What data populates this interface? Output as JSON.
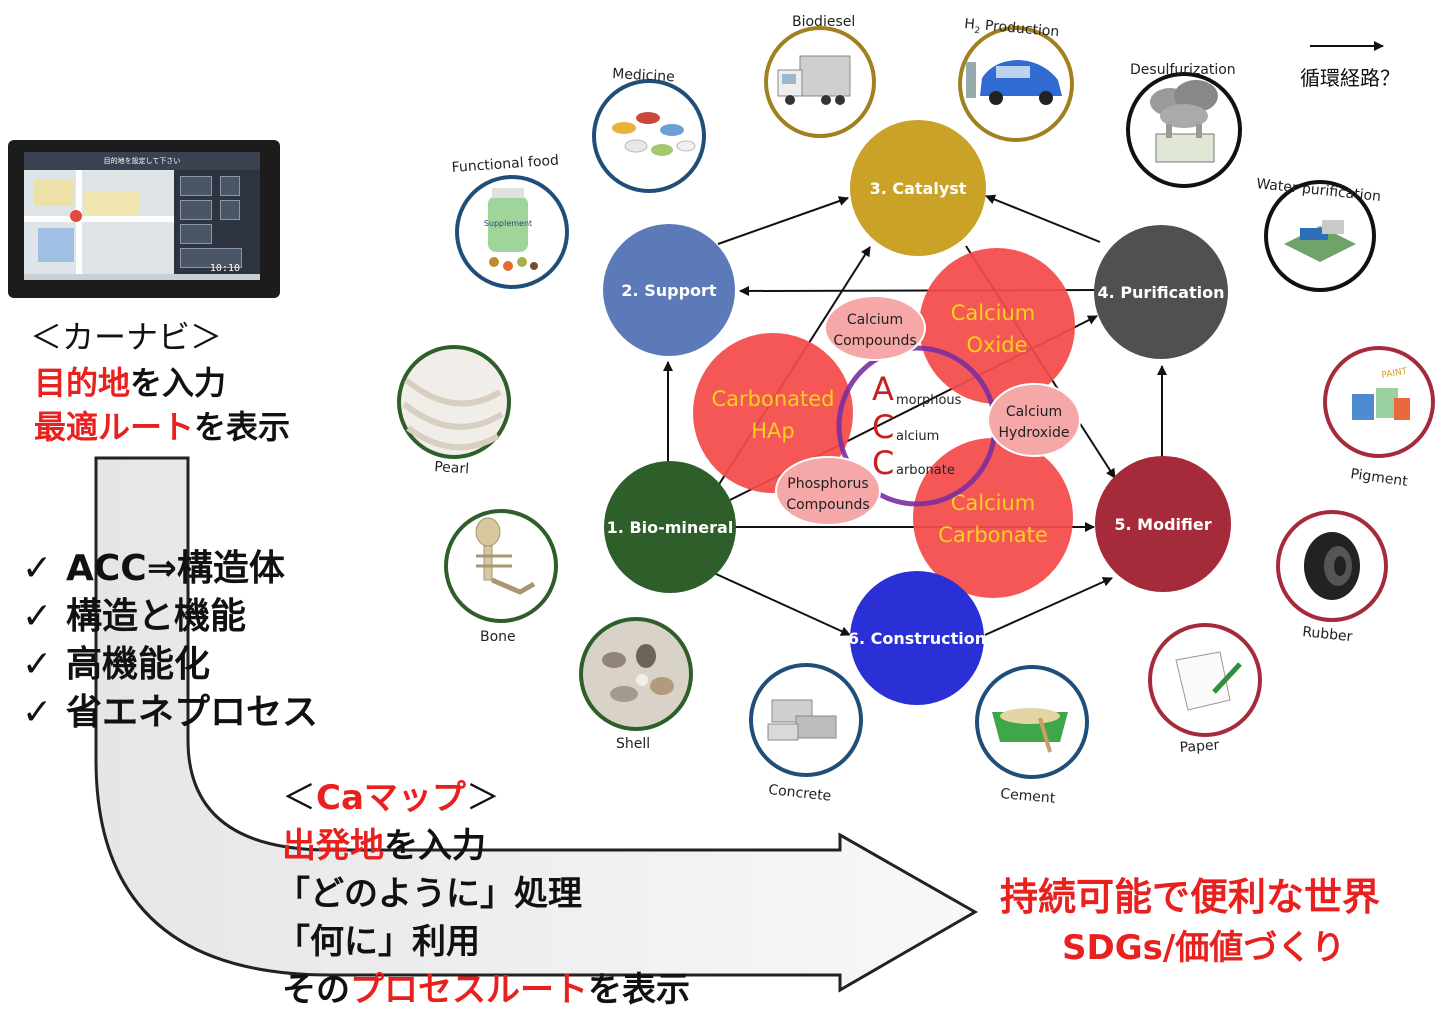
{
  "legend": {
    "arrow_label": "循環経路？"
  },
  "car_navi": {
    "title": "＜カーナビ＞",
    "line1_red": "目的地",
    "line1_black": "を入力",
    "line2_red": "最適ルート",
    "line2_black": "を表示",
    "screen_header": "目的地を設定して下さい",
    "screen_time": "10:10"
  },
  "checklist": [
    "ACC⇒構造体",
    "構造と機能",
    "高機能化",
    "省エネプロセス"
  ],
  "check_mark": "✓",
  "ca_map": {
    "title_open": "＜",
    "title_red": "Caマップ",
    "title_close": "＞",
    "line1_red": "出発地",
    "line1_black": "を入力",
    "line2": "「どのように」処理",
    "line3": "「何に」利用",
    "line4_black_a": "その",
    "line4_red": "プロセスルート",
    "line4_black_b": "を表示"
  },
  "goal": {
    "line1": "持続可能で便利な世界",
    "line2": "SDGs/価値づくり"
  },
  "nodes": [
    {
      "id": "n1",
      "label": "1. Bio-mineral",
      "color": "#2e5e2a"
    },
    {
      "id": "n2",
      "label": "2. Support",
      "color": "#5b7ab7"
    },
    {
      "id": "n3",
      "label": "3. Catalyst",
      "color": "#c9a227"
    },
    {
      "id": "n4",
      "label": "4. Purification",
      "color": "#505050"
    },
    {
      "id": "n5",
      "label": "5. Modifier",
      "color": "#a52a3a"
    },
    {
      "id": "n6",
      "label": "6. Construction",
      "color": "#2b2fd6"
    }
  ],
  "red_circles": [
    {
      "id": "r_oxide",
      "line1": "Calcium",
      "line2": "Oxide"
    },
    {
      "id": "r_hap",
      "line1": "Carbonated",
      "line2": "HAp"
    },
    {
      "id": "r_carb",
      "line1": "Calcium",
      "line2": "Carbonate"
    }
  ],
  "pink_circles": [
    {
      "id": "p_comp",
      "line1": "Calcium",
      "line2": "Compounds"
    },
    {
      "id": "p_hydr",
      "line1": "Calcium",
      "line2": "Hydroxide"
    },
    {
      "id": "p_phos",
      "line1": "Phosphorus",
      "line2": "Compounds"
    }
  ],
  "acc": {
    "a": "A",
    "a_rest": "morphous",
    "c1": "C",
    "c1_rest": "alcium",
    "c2": "C",
    "c2_rest": "arbonate"
  },
  "applications": [
    {
      "id": "a_functional_food",
      "label": "Functional food",
      "ring": "#1f4e79",
      "icon": "supplement-bottle-icon",
      "bottle_text": "Supplement"
    },
    {
      "id": "a_medicine",
      "label": "Medicine",
      "ring": "#1f4e79",
      "icon": "pills-icon"
    },
    {
      "id": "a_biodiesel",
      "label": "Biodiesel",
      "ring": "#a08020",
      "icon": "truck-icon"
    },
    {
      "id": "a_h2",
      "label": "H",
      "label_sub": "2",
      "label_rest": " Production",
      "ring": "#a08020",
      "icon": "car-icon"
    },
    {
      "id": "a_desulf",
      "label": "Desulfurization",
      "ring": "#111111",
      "icon": "factory-icon"
    },
    {
      "id": "a_water",
      "label": "Water purification",
      "ring": "#111111",
      "icon": "water-plant-icon"
    },
    {
      "id": "a_pigment",
      "label": "Pigment",
      "ring": "#a52a3a",
      "icon": "paint-cans-icon",
      "can_text": "PAINT"
    },
    {
      "id": "a_rubber",
      "label": "Rubber",
      "ring": "#a52a3a",
      "icon": "tire-icon"
    },
    {
      "id": "a_paper",
      "label": "Paper",
      "ring": "#a52a3a",
      "icon": "paper-icon"
    },
    {
      "id": "a_cement",
      "label": "Cement",
      "ring": "#1f4e79",
      "icon": "cement-tray-icon"
    },
    {
      "id": "a_concrete",
      "label": "Concrete",
      "ring": "#1f4e79",
      "icon": "concrete-blocks-icon"
    },
    {
      "id": "a_shell",
      "label": "Shell",
      "ring": "#2e5e2a",
      "icon": "shells-icon"
    },
    {
      "id": "a_bone",
      "label": "Bone",
      "ring": "#2e5e2a",
      "icon": "skeleton-icon"
    },
    {
      "id": "a_pearl",
      "label": "Pearl",
      "ring": "#2e5e2a",
      "icon": "pearls-icon"
    }
  ]
}
